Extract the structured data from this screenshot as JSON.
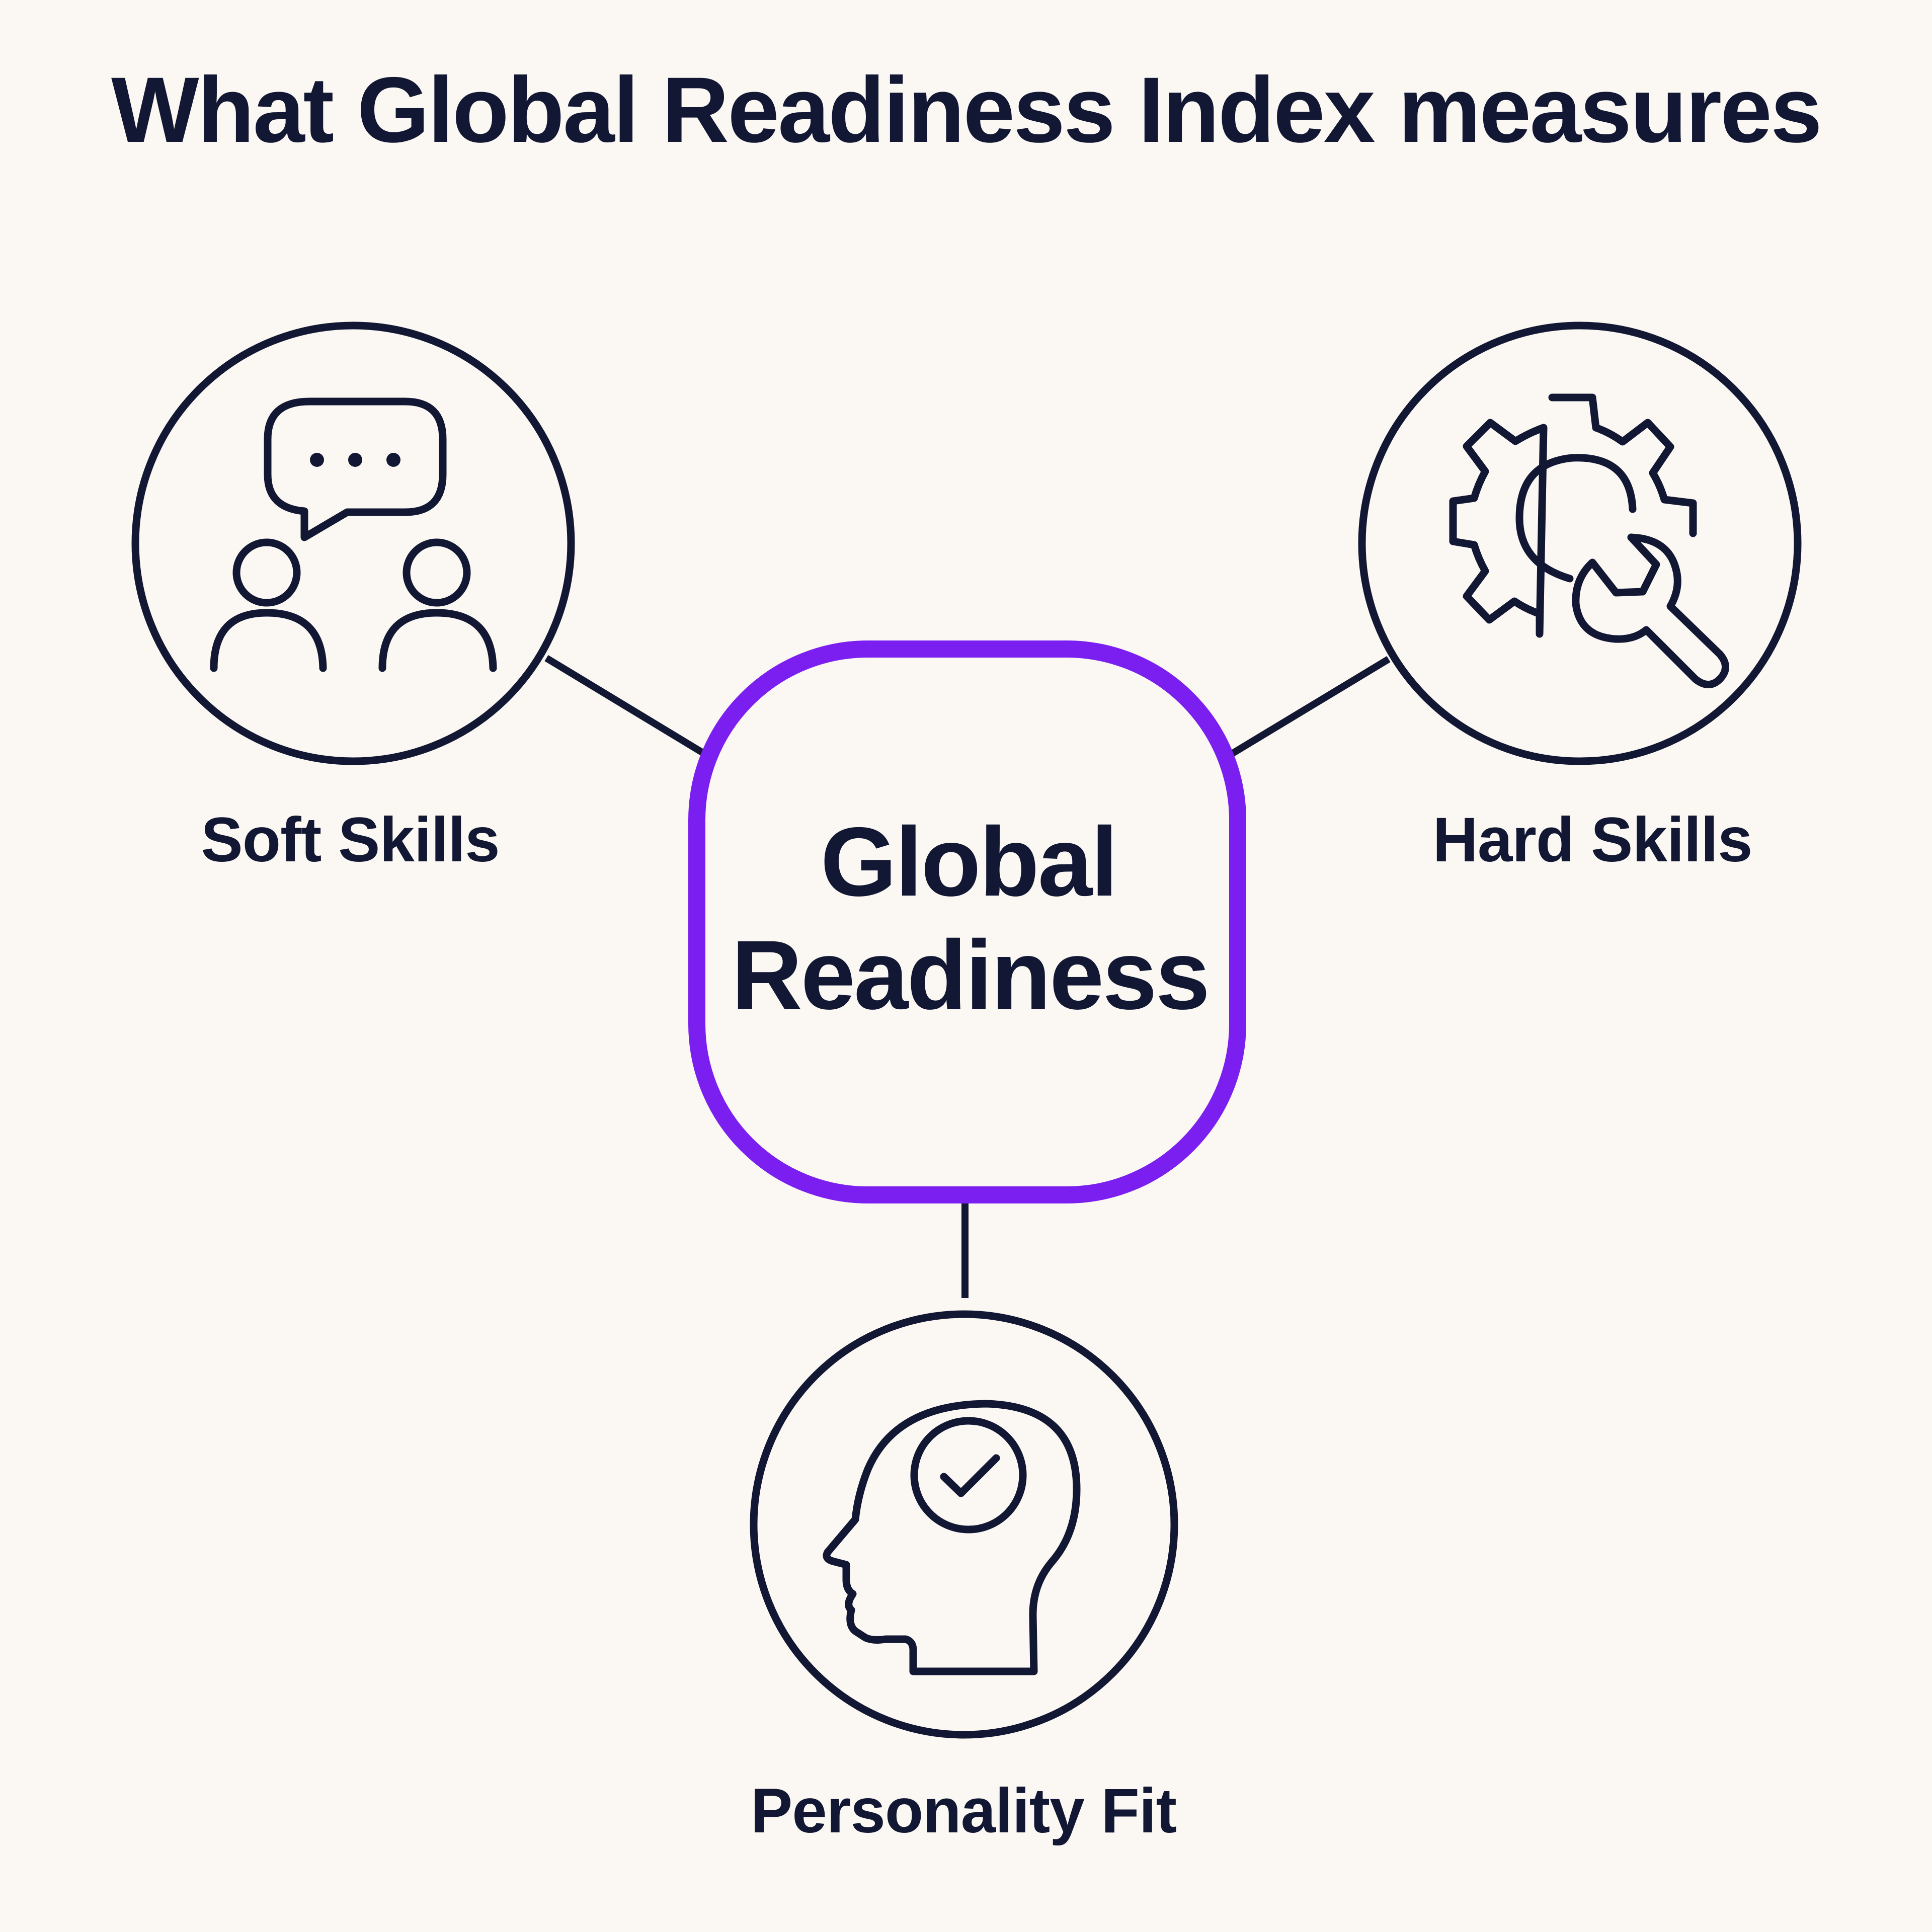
{
  "title": "What Global Readiness Index measures",
  "center": {
    "line1": "Global",
    "line2": "Readiness",
    "accent_color": "#7b1ff0"
  },
  "nodes": [
    {
      "label": "Soft Skills",
      "icon": "people-speech-bubble-icon"
    },
    {
      "label": "Hard Skills",
      "icon": "gear-wrench-icon"
    },
    {
      "label": "Personality Fit",
      "icon": "head-checkmark-icon"
    }
  ],
  "colors": {
    "background": "#fbf8f3",
    "ink": "#121733",
    "accent": "#7b1ff0"
  }
}
